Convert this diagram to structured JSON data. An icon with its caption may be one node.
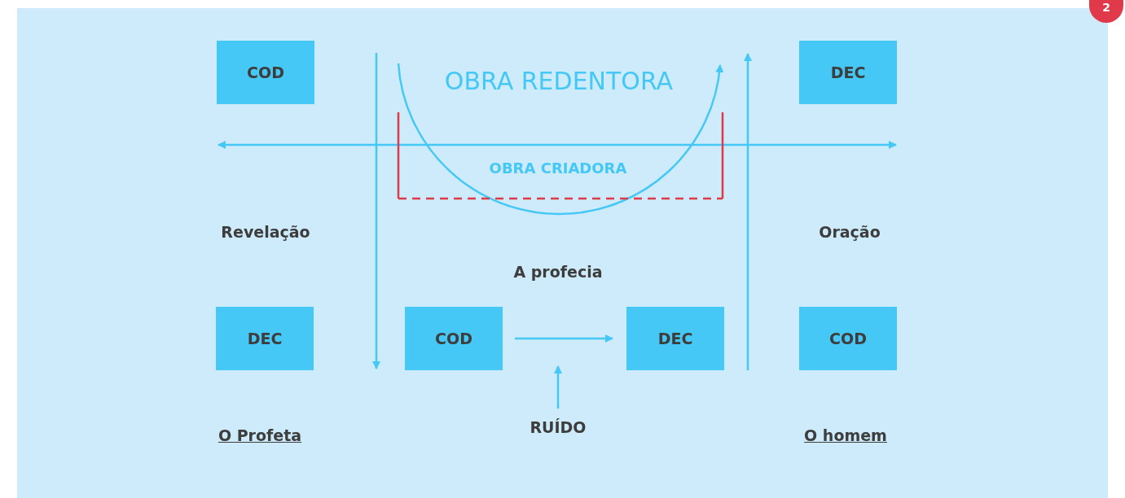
{
  "diagram": {
    "nodes": [
      {
        "text": [
          "COD"
        ]
      },
      {
        "text": [
          "DEC"
        ]
      },
      {
        "text": [
          "DEC"
        ]
      },
      {
        "text": [
          "COD"
        ]
      },
      {
        "text": [
          "DEC"
        ]
      },
      {
        "text": [
          "COD"
        ]
      },
      {
        "text": [
          "RUÍDO"
        ]
      }
    ],
    "edges": [
      {
        "from": 3,
        "to": 4,
        "arrow": "to"
      },
      {
        "from": 6,
        "to": null,
        "arrow": "to"
      }
    ],
    "labels": [
      "2",
      "OBRA REDENTORA",
      "OBRA CRIADORA",
      "Revelação",
      "Oração",
      "A profecia",
      "O Profeta",
      "O homem"
    ]
  }
}
